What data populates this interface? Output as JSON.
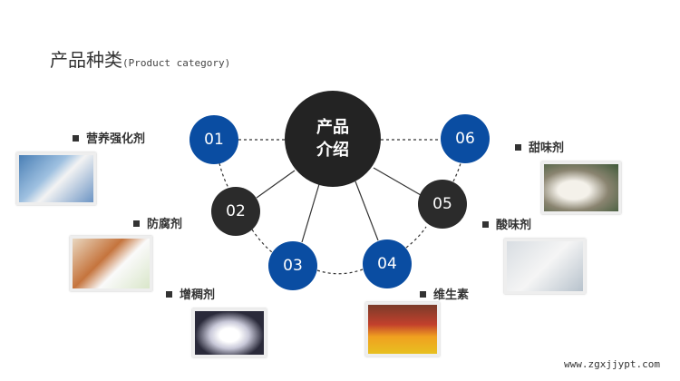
{
  "header": {
    "title": "产品种类",
    "subtitle": "(Product category)"
  },
  "center": {
    "line1": "产品",
    "line2": "介绍"
  },
  "nodes": [
    {
      "num": "01",
      "label": "营养强化剂",
      "color": "#0a4da2"
    },
    {
      "num": "02",
      "label": "防腐剂",
      "color": "#2b2b2b"
    },
    {
      "num": "03",
      "label": "增稠剂",
      "color": "#0a4da2"
    },
    {
      "num": "04",
      "label": "维生素",
      "color": "#0a4da2"
    },
    {
      "num": "05",
      "label": "酸味剂",
      "color": "#2b2b2b"
    },
    {
      "num": "06",
      "label": "甜味剂",
      "color": "#0a4da2"
    }
  ],
  "watermark": "www.zgxjjypt.com"
}
